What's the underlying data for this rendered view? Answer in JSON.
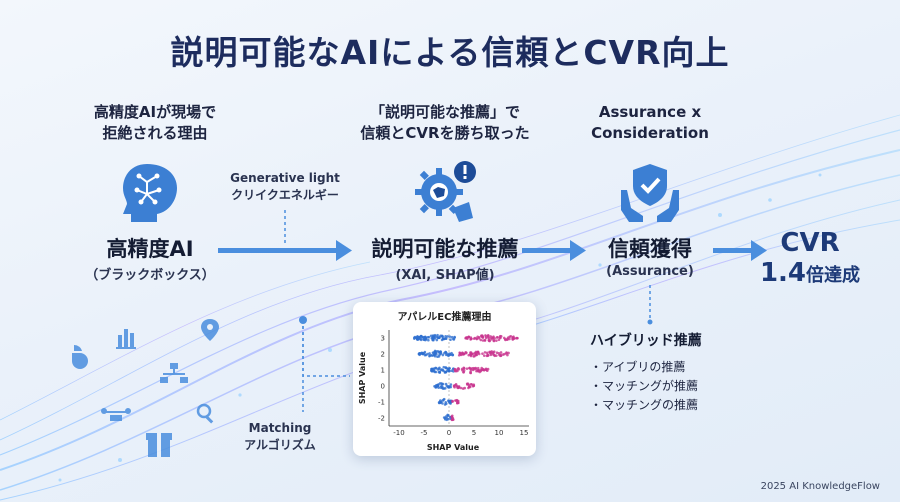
{
  "title": "説明可能なAIによる信頼とCVR向上",
  "col1": {
    "caption_line1": "高精度AIが現場で",
    "caption_line2": "拒絶される理由",
    "main": "高精度AI",
    "sub": "（ブラックボックス）"
  },
  "generative": {
    "line1": "Generative light",
    "line2": "クリイクエネルギー"
  },
  "col2": {
    "caption_line1": "「説明可能な推薦」で",
    "caption_line2": "信頼とCVRを勝ち取った",
    "main": "説明可能な推薦",
    "sub": "(XAI, SHAP値)"
  },
  "col3": {
    "caption_line1": "Assurance x",
    "caption_line2": "Consideration",
    "main": "信頼獲得",
    "sub": "(Assurance)"
  },
  "result": {
    "line1": "CVR",
    "value": "1.4",
    "unit": "倍達成"
  },
  "matching": {
    "line1": "Matching",
    "line2": "アルゴリズム"
  },
  "hybrid": {
    "title": "ハイブリッド推薦",
    "items": [
      "・アイブリの推薦",
      "・マッチングが推薦",
      "・マッチングの推薦"
    ]
  },
  "footer": "2025 AI KnowledgeFlow",
  "chart_data": {
    "type": "scatter",
    "title": "アパレルEC推薦理由",
    "xlabel": "SHAP Value",
    "ylabel": "SHAP Value",
    "xlim": [
      -12,
      16
    ],
    "ylim": [
      -2.5,
      3.5
    ],
    "xticks": [
      "-10",
      "-5",
      "0",
      "5",
      "10",
      "15"
    ],
    "yticks": [
      "3",
      "2",
      "1",
      "0",
      "-1",
      "-2"
    ],
    "series": [
      {
        "y": 3,
        "neg": [
          -7,
          1.5
        ],
        "pos": [
          3,
          14
        ]
      },
      {
        "y": 2,
        "neg": [
          -6,
          1
        ],
        "pos": [
          2,
          12
        ]
      },
      {
        "y": 1,
        "neg": [
          -4,
          1
        ],
        "pos": [
          1,
          8
        ]
      },
      {
        "y": 0,
        "neg": [
          -3,
          0.5
        ],
        "pos": [
          1,
          5
        ]
      },
      {
        "y": -1,
        "neg": [
          -2,
          0.5
        ],
        "pos": [
          0.5,
          2
        ]
      },
      {
        "y": -2,
        "neg": [
          -1,
          0.5
        ],
        "pos": [
          0.5,
          1
        ]
      }
    ]
  },
  "colors": {
    "accent": "#3b7fd1",
    "arrow": "#4a8ede",
    "magenta": "#c8358f",
    "blue": "#2e6fd0"
  }
}
